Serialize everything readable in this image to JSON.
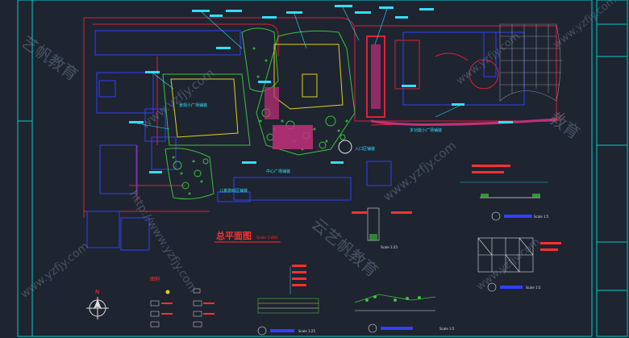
{
  "drawing": {
    "title": "总平面图",
    "scale_note": "Scale 1:400",
    "north_label": "N",
    "legend_title": "图例"
  },
  "areas": {
    "plaza_east": "多功能小广场铺装",
    "plaza_center": "中心广场铺装",
    "plaza_west": "景观小广场铺装",
    "landscape_label": "儿童游戏区铺装",
    "lobby_label": "入口区铺装"
  },
  "details": {
    "detail1_scale": "Scale 1:5",
    "detail2_scale": "Scale 1:25",
    "detail3_scale": "Scale 1:5",
    "detail4_scale": "Scale 1:25",
    "detail5_scale": "Scale 1:5"
  },
  "watermarks": {
    "url_a": "www.yzfjy.com",
    "url_b": "http://www.yzfjy.com",
    "brand_a": "云艺帆教育",
    "brand_b": "艺帆教育",
    "brand_c": "教育"
  },
  "colors": {
    "background": "#1e2430",
    "border": "#00d0d0",
    "road": "#e0203a",
    "building": "#3040ff",
    "plaza_fill": "#c0307a",
    "vegetation": "#40c040",
    "label_cyan": "#30e0ff",
    "label_red": "#ff3030",
    "watermark": "#6a7890"
  }
}
